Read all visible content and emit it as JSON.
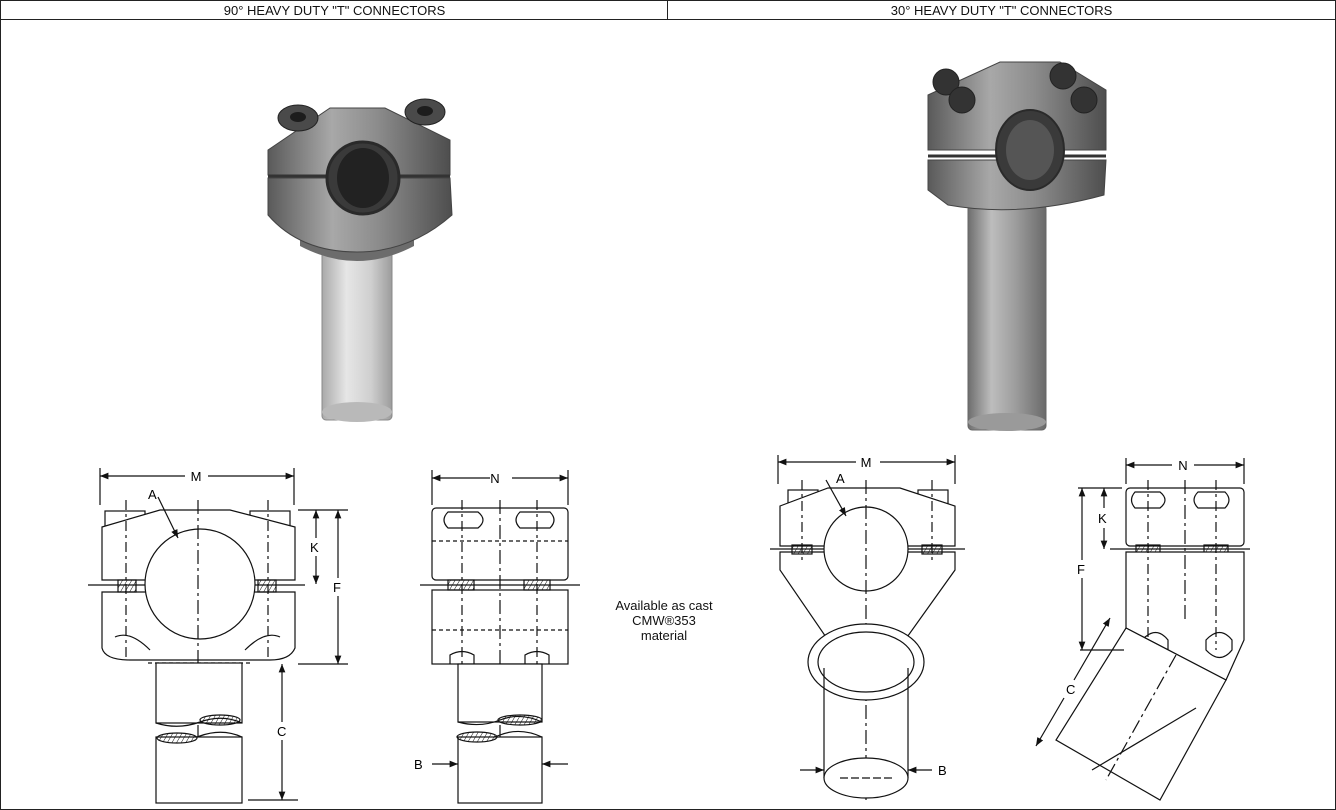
{
  "headers": {
    "left_title": "90° HEAVY DUTY \"T\" CONNECTORS",
    "right_title": "30° HEAVY DUTY \"T\" CONNECTORS"
  },
  "note": {
    "line1": "Available as cast",
    "line2": "CMW®353",
    "line3": "material"
  },
  "dimension_labels": {
    "m": "M",
    "n": "N",
    "a": "A",
    "k": "K",
    "f": "F",
    "c": "C",
    "b": "B"
  }
}
